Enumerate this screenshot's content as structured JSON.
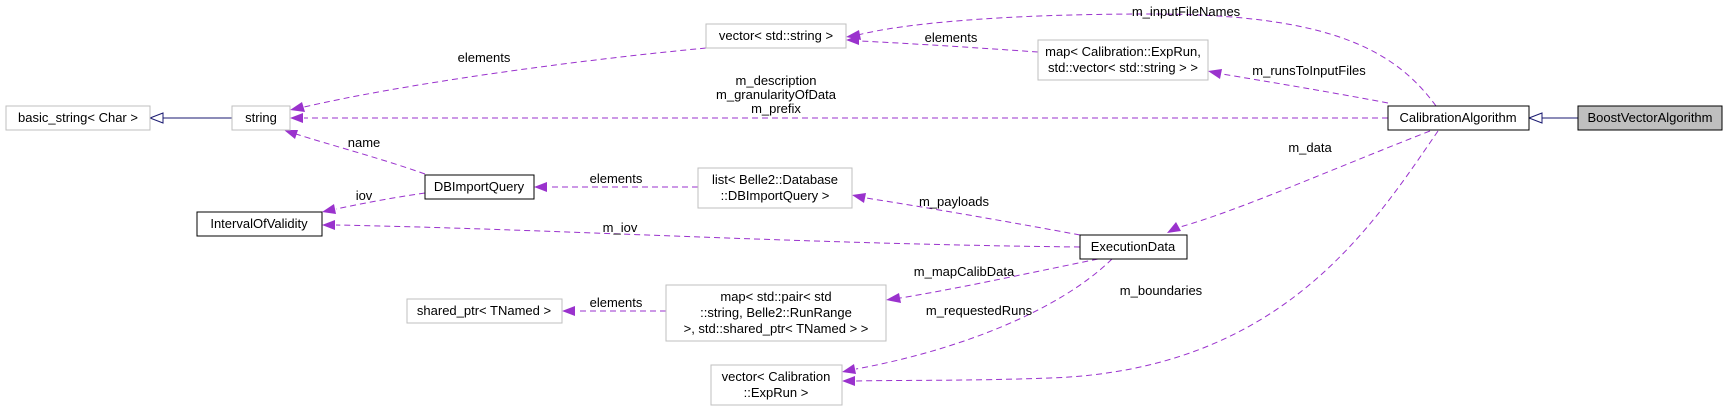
{
  "nodes": {
    "vector_string": {
      "lines": [
        "vector< std::string >"
      ]
    },
    "map_expRun": {
      "lines": [
        "map< Calibration::ExpRun,",
        "std::vector< std::string > >"
      ]
    },
    "basic_string": {
      "lines": [
        "basic_string< Char >"
      ]
    },
    "string": {
      "lines": [
        "string"
      ]
    },
    "calibration_algorithm": {
      "lines": [
        "CalibrationAlgorithm"
      ]
    },
    "boost_vector_algorithm": {
      "lines": [
        "BoostVectorAlgorithm"
      ]
    },
    "db_import_query": {
      "lines": [
        "DBImportQuery"
      ]
    },
    "list_db": {
      "lines": [
        "list< Belle2::Database",
        "::DBImportQuery >"
      ]
    },
    "interval_of_validity": {
      "lines": [
        "IntervalOfValidity"
      ]
    },
    "execution_data": {
      "lines": [
        "ExecutionData"
      ]
    },
    "shared_ptr": {
      "lines": [
        "shared_ptr< TNamed >"
      ]
    },
    "map_pair": {
      "lines": [
        "map< std::pair< std",
        "::string, Belle2::RunRange",
        ">, std::shared_ptr< TNamed > >"
      ]
    },
    "vector_calib": {
      "lines": [
        "vector< Calibration",
        "::ExpRun >"
      ]
    }
  },
  "edge_labels": {
    "m_inputFileNames": "m_inputFileNames",
    "elements_vs_string": "elements",
    "elements_map_vs": "elements",
    "m_description": "m_description",
    "m_granularityOfData": "m_granularityOfData",
    "m_prefix": "m_prefix",
    "m_runsToInputFiles": "m_runsToInputFiles",
    "name": "name",
    "elements_list": "elements",
    "iov": "iov",
    "m_data": "m_data",
    "m_payloads": "m_payloads",
    "m_iov": "m_iov",
    "m_mapCalibData": "m_mapCalibData",
    "elements_shared": "elements",
    "m_requestedRuns": "m_requestedRuns",
    "m_boundaries": "m_boundaries"
  }
}
